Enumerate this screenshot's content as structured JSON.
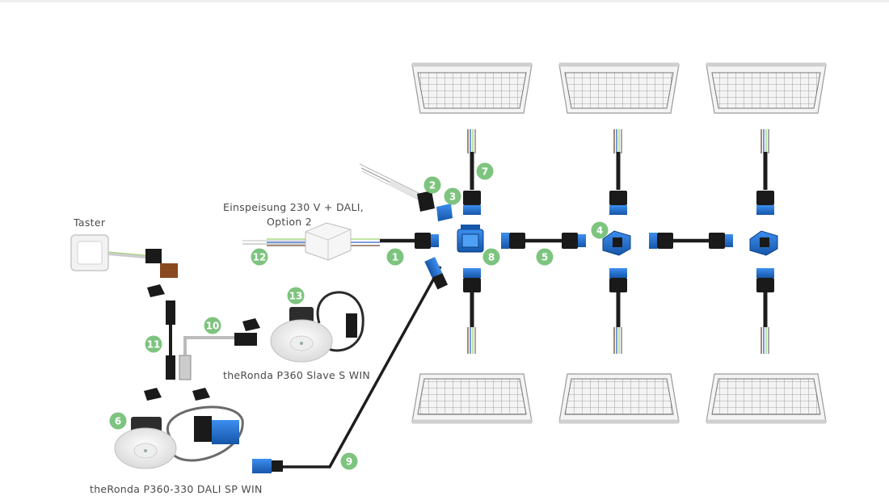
{
  "labels": {
    "taster": "Taster",
    "einspeisung_line1": "Einspeisung 230 V + DALI,",
    "einspeisung_line2": "Option 2",
    "slave": "theRonda P360 Slave S WIN",
    "master": "theRonda P360-330 DALI SP WIN"
  },
  "badges": [
    "1",
    "2",
    "3",
    "4",
    "5",
    "6",
    "7",
    "8",
    "9",
    "10",
    "11",
    "12",
    "13"
  ],
  "colors": {
    "badge": "#7dc47f",
    "connector_blue": "#1e6fd0",
    "connector_black": "#1a1a1a",
    "cable": "#1d1d1d",
    "panel_frame": "#d9d9d9",
    "panel_grid": "#8a8a8a"
  }
}
